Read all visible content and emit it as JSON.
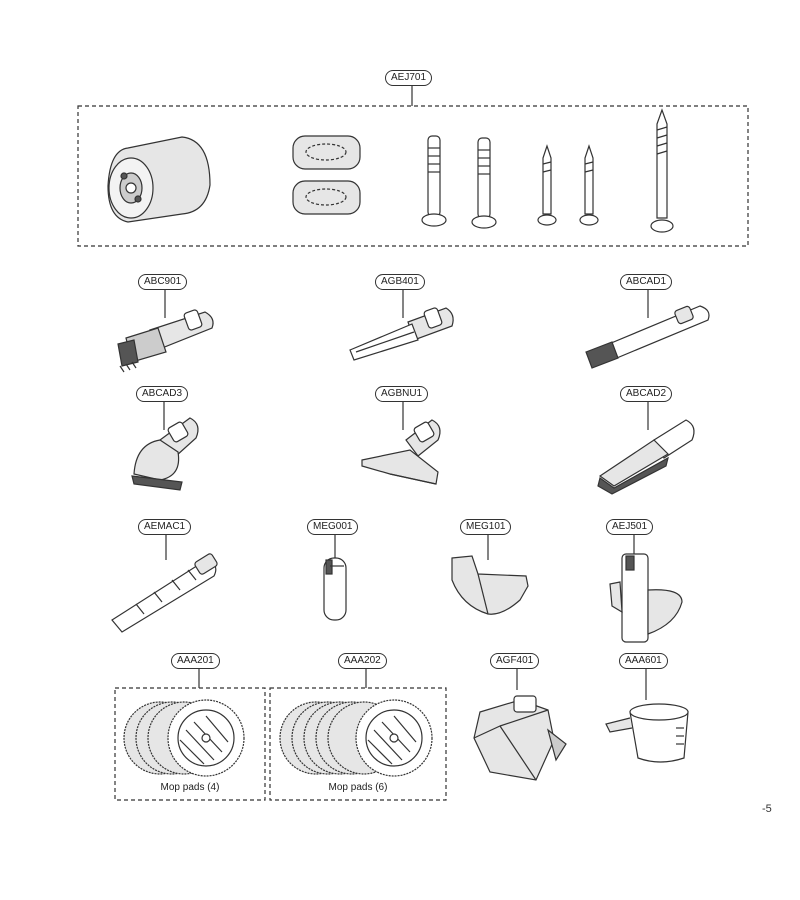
{
  "parts": {
    "AEJ701": "AEJ701",
    "ABC901": "ABC901",
    "AGB401": "AGB401",
    "ABCAD1": "ABCAD1",
    "ABCAD3": "ABCAD3",
    "AGBNU1": "AGBNU1",
    "ABCAD2": "ABCAD2",
    "AEMAC1": "AEMAC1",
    "MEG001": "MEG001",
    "MEG101": "MEG101",
    "AEJ501": "AEJ501",
    "AAA201": "AAA201",
    "AAA202": "AAA202",
    "AGF401": "AGF401",
    "AAA601": "AAA601"
  },
  "captions": {
    "mop_pads_4": "Mop pads (4)",
    "mop_pads_6": "Mop pads (6)"
  },
  "page_mark": "-5",
  "colors": {
    "line": "#333333",
    "fill_light": "#e6e6e6",
    "fill_mid": "#c9c9c9",
    "fill_dark": "#555555"
  }
}
